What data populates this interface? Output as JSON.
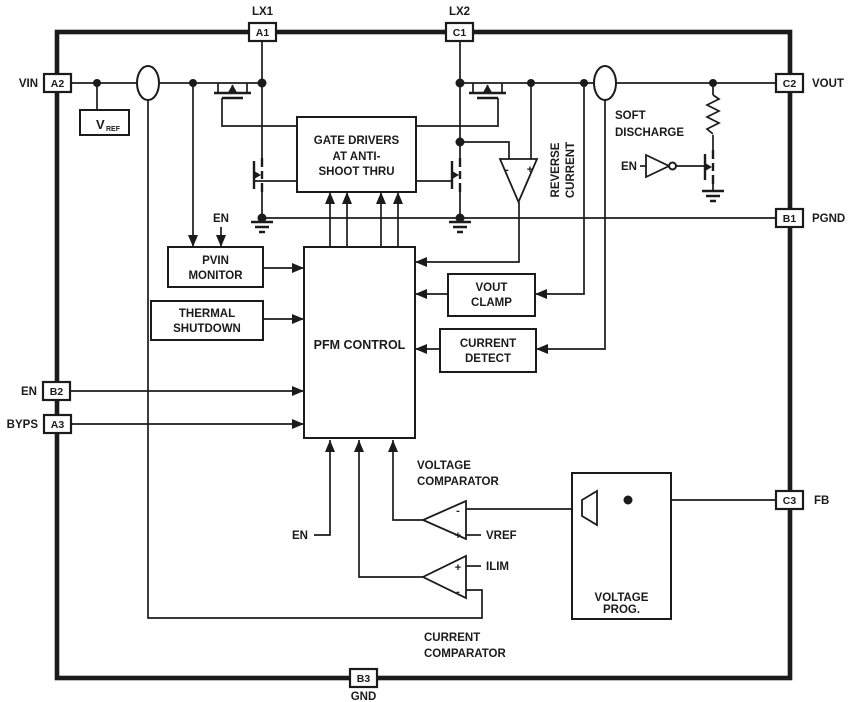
{
  "colors": {
    "line": "#1b1b1b",
    "background": "#ffffff"
  },
  "pins": {
    "lx1": {
      "ball": "A1",
      "label": "LX1"
    },
    "lx2": {
      "ball": "C1",
      "label": "LX2"
    },
    "vin": {
      "ball": "A2",
      "label": "VIN"
    },
    "en": {
      "ball": "B2",
      "label": "EN"
    },
    "byps": {
      "ball": "A3",
      "label": "BYPS"
    },
    "vout": {
      "ball": "C2",
      "label": "VOUT"
    },
    "pgnd": {
      "ball": "B1",
      "label": "PGND"
    },
    "fb": {
      "ball": "C3",
      "label": "FB"
    },
    "gnd": {
      "ball": "B3",
      "label": "GND"
    }
  },
  "blocks": {
    "vref": {
      "main": "V",
      "sub": "REF"
    },
    "gate_drivers": {
      "line1": "GATE DRIVERS",
      "line2": "AT ANTI-",
      "line3": "SHOOT THRU"
    },
    "pvin_monitor": {
      "line1": "PVIN",
      "line2": "MONITOR"
    },
    "thermal_shutdown": {
      "line1": "THERMAL",
      "line2": "SHUTDOWN"
    },
    "pfm_control": {
      "label": "PFM CONTROL"
    },
    "vout_clamp": {
      "line1": "VOUT",
      "line2": "CLAMP"
    },
    "current_detect": {
      "line1": "CURRENT",
      "line2": "DETECT"
    },
    "voltage_prog": {
      "line1": "VOLTAGE",
      "line2": "PROG."
    }
  },
  "annotations": {
    "en_pvin": "EN",
    "reverse_current": {
      "line1": "REVERSE",
      "line2": "CURRENT"
    },
    "soft_discharge": {
      "line1": "SOFT",
      "line2": "DISCHARGE"
    },
    "en_soft_discharge": "EN",
    "voltage_comparator": {
      "line1": "VOLTAGE",
      "line2": "COMPARATOR"
    },
    "current_comparator": {
      "line1": "CURRENT",
      "line2": "COMPARATOR"
    },
    "vref_input": "VREF",
    "ilim_input": "ILIM",
    "en_comparator": "EN",
    "plus": "+",
    "minus": "-"
  }
}
